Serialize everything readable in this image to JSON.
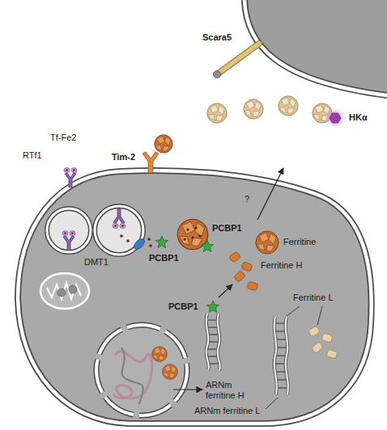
{
  "diagram": {
    "labels": [
      "Scara5",
      "HKα",
      "Tf-Fe2",
      "RTf1",
      "Tim-2",
      "?",
      "PCBP1",
      "Ferritine",
      "DMT1",
      "PCBP1",
      "Ferritine H",
      "PCBP1",
      "Ferritine L",
      "ARNm ferritine H",
      "ARNm ferritine L"
    ]
  }
}
